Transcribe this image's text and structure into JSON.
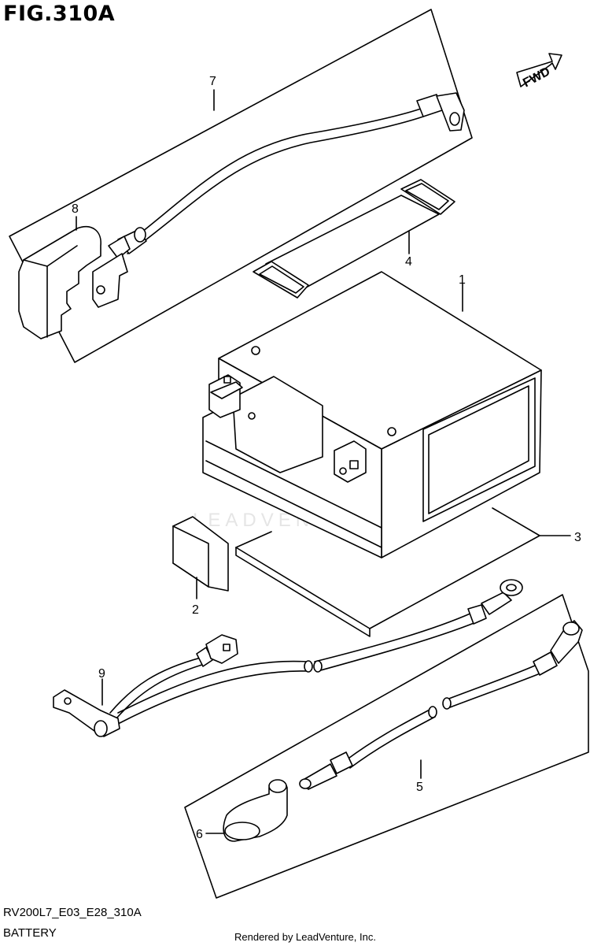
{
  "figure": {
    "title": "FIG.310A",
    "code": "RV200L7_E03_E28_310A",
    "name": "BATTERY",
    "credit": "Rendered by LeadVenture, Inc.",
    "watermark": "LEADVENTURE",
    "fwd_label": "FWD"
  },
  "parts": [
    {
      "number": "1"
    },
    {
      "number": "2"
    },
    {
      "number": "3"
    },
    {
      "number": "4"
    },
    {
      "number": "5"
    },
    {
      "number": "6"
    },
    {
      "number": "7"
    },
    {
      "number": "8"
    },
    {
      "number": "9"
    }
  ],
  "colors": {
    "line": "#000000",
    "background": "#ffffff",
    "watermark": "#d9d9d9"
  }
}
